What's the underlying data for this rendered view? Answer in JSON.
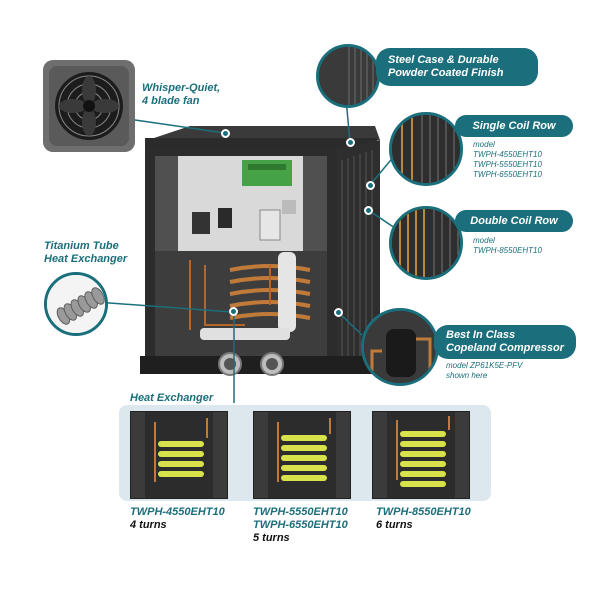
{
  "callouts": {
    "fan": {
      "line1": "Whisper-Quiet,",
      "line2": "4 blade fan",
      "icon": "fan-icon"
    },
    "steel_case": {
      "line1": "Steel Case & Durable",
      "line2": "Powder Coated Finish"
    },
    "single_coil": {
      "title": "Single Coil Row",
      "model_label": "model",
      "models": [
        "TWPH-4550EHT10",
        "TWPH-5550EHT10",
        "TWPH-6550EHT10"
      ]
    },
    "double_coil": {
      "title": "Double Coil Row",
      "model_label": "model",
      "models": [
        "TWPH-8550EHT10"
      ]
    },
    "compressor": {
      "line1": "Best In Class",
      "line2": "Copeland Compressor",
      "model_line": "model ZP61K5E-PFV",
      "note": "shown here"
    },
    "titanium": {
      "line1": "Titanium Tube",
      "line2": "Heat Exchanger"
    },
    "heat_exchanger": {
      "title": "Heat Exchanger"
    }
  },
  "variants": [
    {
      "models": [
        "TWPH-4550EHT10"
      ],
      "turns": "4 turns",
      "coil_count": 4
    },
    {
      "models": [
        "TWPH-5550EHT10",
        "TWPH-6550EHT10"
      ],
      "turns": "5 turns",
      "coil_count": 5
    },
    {
      "models": [
        "TWPH-8550EHT10"
      ],
      "turns": "6 turns",
      "coil_count": 6
    }
  ],
  "colors": {
    "accent": "#1b6f7c",
    "panel_bg": "#dde8ee",
    "coil": "#d8e24a",
    "body": "#2c2c2c"
  }
}
